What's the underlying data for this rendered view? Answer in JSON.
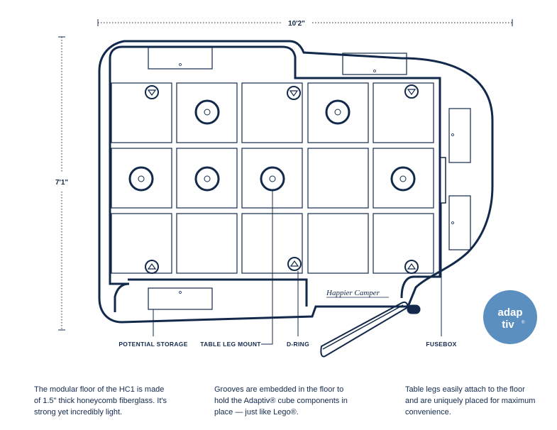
{
  "dimensions": {
    "width": "10'2\"",
    "height": "7'1\""
  },
  "labels": {
    "potential_storage": "POTENTIAL STORAGE",
    "table_leg_mount": "TABLE LEG MOUNT",
    "d_ring": "D-RING",
    "fusebox": "FUSEBOX"
  },
  "brand_script": "Happier Camper",
  "badge": {
    "line1": "adap",
    "line2": "tiv",
    "mark": "®",
    "color": "#5b8fbf"
  },
  "captions": [
    [
      "The modular floor of the HC1 is made",
      "of 1.5\" thick honeycomb fiberglass. It's",
      "strong yet incredibly light."
    ],
    [
      "Grooves are embedded in the floor to",
      "hold the Adaptiv® cube components in",
      "place — just like Lego®."
    ],
    [
      "Table legs easily attach to the floor",
      "and are uniquely placed for maximum",
      "convenience."
    ]
  ],
  "colors": {
    "line": "#13294b",
    "guide": "#13294b"
  }
}
